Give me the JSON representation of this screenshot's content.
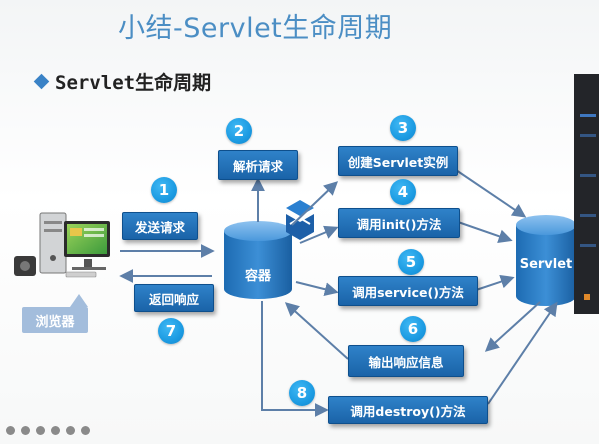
{
  "title": "小结-Servlet生命周期",
  "subtitle": "Servlet生命周期",
  "browser_label": "浏览器",
  "container_label": "容器",
  "servlet_label": "Servlet",
  "steps": [
    {
      "num": "1",
      "label": "发送请求"
    },
    {
      "num": "2",
      "label": "解析请求"
    },
    {
      "num": "3",
      "label": "创建Servlet实例"
    },
    {
      "num": "4",
      "label": "调用init()方法"
    },
    {
      "num": "5",
      "label": "调用service()方法"
    },
    {
      "num": "6",
      "label": "输出响应信息"
    },
    {
      "num": "7",
      "label": "返回响应"
    },
    {
      "num": "8",
      "label": "调用destroy()方法"
    }
  ],
  "colors": {
    "box": "#2170b8",
    "number": "#1c9be2",
    "title": "#4b8ec4",
    "arrow": "#5d7fa8"
  },
  "icons": [
    "computer-icon",
    "logo-icon",
    "play-icon",
    "pen-icon",
    "magnifier-icon",
    "camera-icon",
    "more-icon"
  ]
}
